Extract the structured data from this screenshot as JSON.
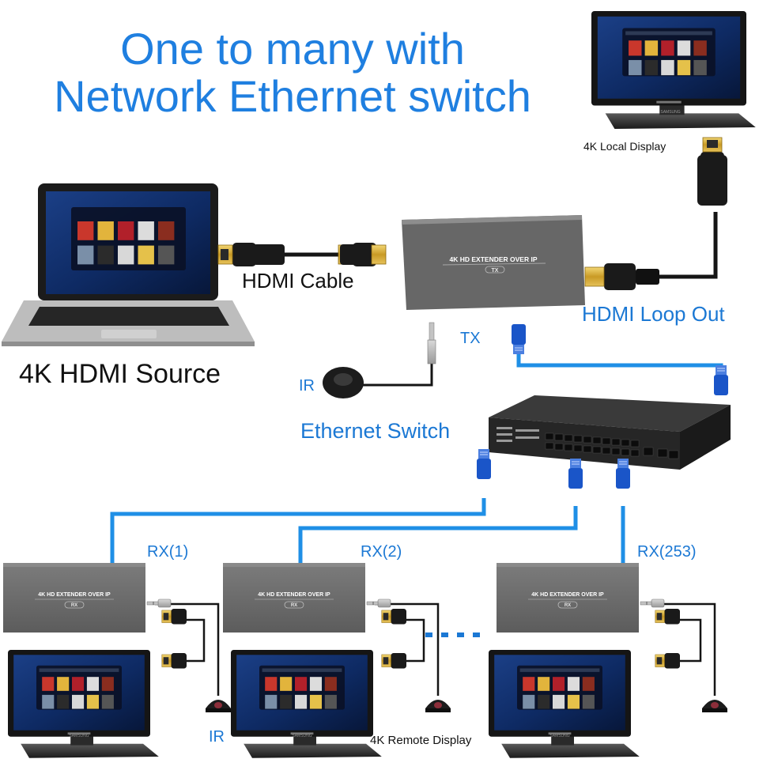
{
  "title": {
    "line1": "One to many with",
    "line2": "Network Ethernet switch"
  },
  "labels": {
    "local_display": "4K Local Display",
    "hdmi_cable": "HDMI Cable",
    "hdmi_loop_out": "HDMI Loop Out",
    "tx": "TX",
    "source": "4K HDMI Source",
    "ir_tx": "IR",
    "ethernet_switch": "Ethernet Switch",
    "rx1": "RX(1)",
    "rx2": "RX(2)",
    "rx253": "RX(253)",
    "ir_rx": "IR",
    "remote_display": "4K Remote Display"
  },
  "devices": {
    "tx_box_text": "4K HD EXTENDER OVER IP",
    "tx_box_tag": "TX",
    "rx_box_text": "4K HD EXTENDER OVER IP",
    "rx_box_tag": "RX",
    "monitor_brand": "SAMSUNG"
  },
  "colors": {
    "title": "#1f7fe0",
    "label_blue": "#1b78d4",
    "network_cable": "#1f8fe6",
    "rj45": "#1a55c8",
    "hdmi_gold": "#d9b23a",
    "box_gray": "#6f6f6f"
  }
}
